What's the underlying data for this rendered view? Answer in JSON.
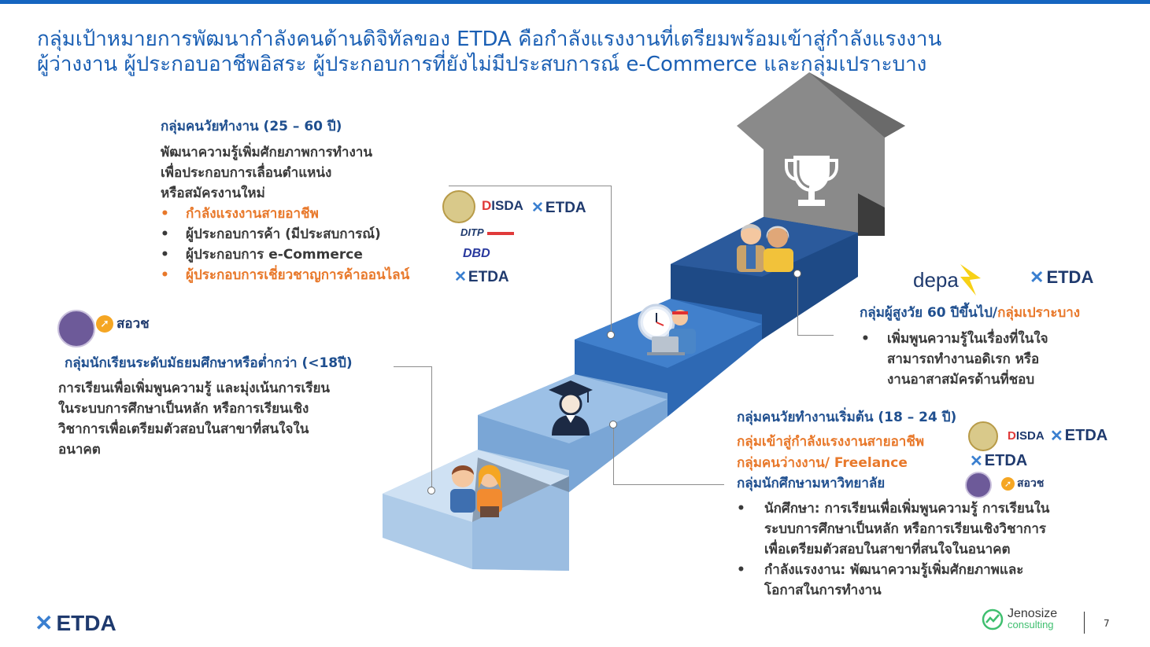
{
  "title": {
    "line1": "กลุ่มเป้าหมายการพัฒนากำลังคนด้านดิจิทัลของ ETDA คือกำลังแรงงานที่เตรียมพร้อมเข้าสู่กำลังแรงงาน",
    "line2": "ผู้ว่างงาน ผู้ประกอบอาชีพอิสระ ผู้ประกอบการที่ยังไม่มีประสบการณ์ e-Commerce และกลุ่มเปราะบาง"
  },
  "working_age": {
    "heading": "กลุ่มคนวัยทำงาน (25 – 60 ปี)",
    "desc": [
      "พัฒนาความรู้เพิ่มศักยภาพการทำงาน",
      "เพื่อประกอบการเลื่อนตำแหน่ง",
      "หรือสมัครงานใหม่"
    ],
    "bullets": [
      {
        "text": "กำลังแรงงานสายอาชีพ",
        "highlight": true
      },
      {
        "text": "ผู้ประกอบการค้า (มีประสบการณ์)",
        "highlight": false
      },
      {
        "text": "ผู้ประกอบการ e-Commerce",
        "highlight": false
      },
      {
        "text": "ผู้ประกอบการเชี่ยวชาญการค้าออนไลน์",
        "highlight": true
      }
    ]
  },
  "students": {
    "heading": "กลุ่มนักเรียนระดับมัธยมศึกษาหรือต่ำกว่า (<18ปี)",
    "desc": [
      "การเรียนเพื่อเพิ่มพูนความรู้ และมุ่งเน้นการเรียน",
      "ในระบบการศึกษาเป็นหลัก หรือการเรียนเชิง",
      "วิชาการเพื่อเตรียมตัวสอบในสาขาที่สนใจใน",
      "อนาคต"
    ]
  },
  "elderly": {
    "heading_a": "กลุ่มผู้สูงวัย 60 ปีขึ้นไป/",
    "heading_b": "กลุ่มเปราะบาง",
    "bullet_lines": [
      "เพิ่มพูนความรู้ในเรื่องที่ในใจ",
      "สามารถทำงานอดิเรก หรือ",
      "งานอาสาสมัครด้านที่ชอบ"
    ]
  },
  "early_career": {
    "heading": "กลุ่มคนวัยทำงานเริ่มต้น (18 – 24 ปี)",
    "sub1": "กลุ่มเข้าสู่กำลังแรงงานสายอาชีพ",
    "sub2": "กลุ่มคนว่างงาน/ Freelance",
    "sub3": "กลุ่มนักศึกษามหาวิทยาลัย",
    "bullets": [
      [
        "นักศึกษา: การเรียนเพื่อเพิ่มพูนความรู้ การเรียนใน",
        "ระบบการศึกษาเป็นหลัก หรือการเรียนเชิงวิชาการ",
        "เพื่อเตรียมตัวสอบในสาขาที่สนใจในอนาคต"
      ],
      [
        "กำลังแรงงาน: พัฒนาความรู้เพิ่มศักยภาพและ",
        "โอกาสในการทำงาน"
      ]
    ]
  },
  "logos": {
    "etda": "ETDA",
    "disda_d": "D",
    "disda_rest": "ISDA",
    "ditp": "DITP",
    "dbd": "DBD",
    "depa": "depa",
    "sova": "สอวช",
    "jenosize": "Jenosize",
    "consulting": "consulting"
  },
  "bullet_char": "•",
  "page_number": "7",
  "colors": {
    "title": "#1a5fb4",
    "heading": "#1f4f8f",
    "accent": "#e8782a",
    "step1": "#bdd7ee",
    "step2": "#8fb6e0",
    "step3": "#3f78c2",
    "step4": "#234d8c",
    "house": "#808080"
  },
  "icons": [
    "trophy-icon",
    "kids-icon",
    "graduate-icon",
    "office-worker-icon",
    "elderly-couple-icon"
  ]
}
